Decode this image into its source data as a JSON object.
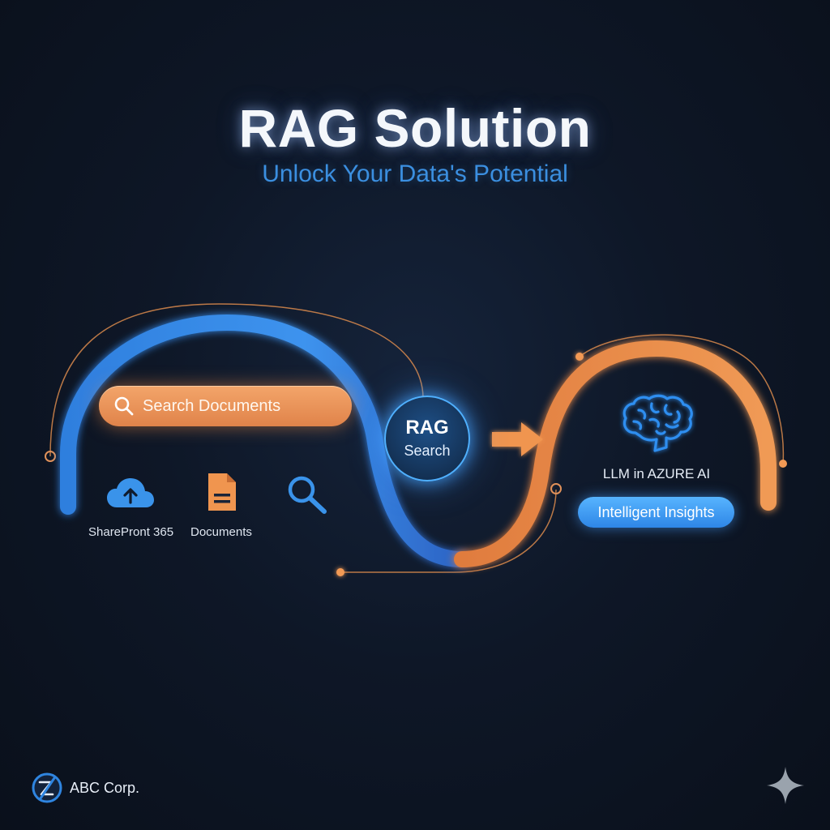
{
  "header": {
    "title": "RAG Solution",
    "subtitle": "Unlock Your Data's Potential"
  },
  "search": {
    "label": "Search Documents",
    "icon": "search-icon"
  },
  "sources": [
    {
      "label": "SharePront 365",
      "icon": "cloud-upload-icon"
    },
    {
      "label": "Documents",
      "icon": "document-icon"
    },
    {
      "label": "",
      "icon": "magnifier-icon"
    }
  ],
  "rag_node": {
    "line1": "RAG",
    "line2": "Search"
  },
  "llm": {
    "label": "LLM in AZURE AI",
    "icon": "brain-icon",
    "badge": "Intelligent Insights"
  },
  "footer": {
    "company": "ABC Corp.",
    "logo": "company-logo-icon",
    "corner_icon": "sparkle-icon"
  },
  "colors": {
    "blue": "#3d8fe6",
    "orange": "#f0954f",
    "background": "#0e1727",
    "accent_text": "#3b8fe0"
  }
}
